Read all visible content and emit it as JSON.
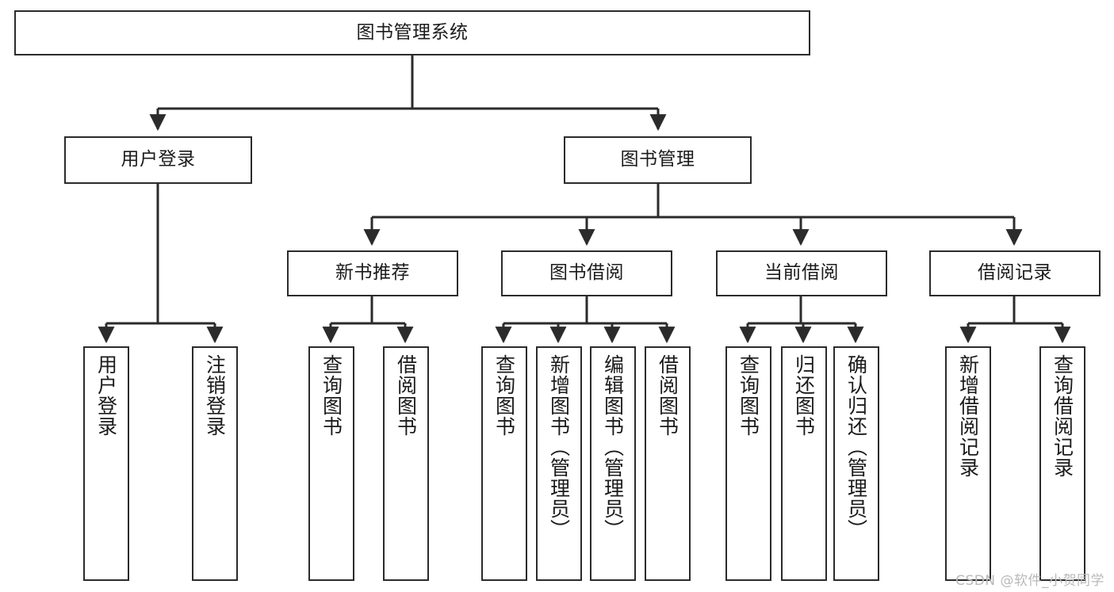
{
  "diagram": {
    "type": "tree-hierarchy-chart",
    "title_node": {
      "label": "图书管理系统"
    },
    "level2": [
      {
        "label": "用户登录"
      },
      {
        "label": "图书管理"
      }
    ],
    "level3": [
      {
        "label": "新书推荐"
      },
      {
        "label": "图书借阅"
      },
      {
        "label": "当前借阅"
      },
      {
        "label": "借阅记录"
      }
    ],
    "leaves": {
      "user_login": [
        {
          "label": "用户登录"
        },
        {
          "label": "注销登录"
        }
      ],
      "new_book_recommend": [
        {
          "label": "查询图书"
        },
        {
          "label": "借阅图书"
        }
      ],
      "book_borrow": [
        {
          "label": "查询图书"
        },
        {
          "label": "新增图书（管理员）"
        },
        {
          "label": "编辑图书（管理员）"
        },
        {
          "label": "借阅图书"
        }
      ],
      "current_borrow": [
        {
          "label": "查询图书"
        },
        {
          "label": "归还图书"
        },
        {
          "label": "确认归还（管理员）"
        }
      ],
      "borrow_record": [
        {
          "label": "新增借阅记录"
        },
        {
          "label": "查询借阅记录"
        }
      ]
    },
    "watermark": "CSDN @软件_小贺同学",
    "colors": {
      "stroke": "#2b2b2b",
      "fill": "#ffffff",
      "text": "#1b1b1b",
      "watermark": "#b9b9b9"
    }
  }
}
